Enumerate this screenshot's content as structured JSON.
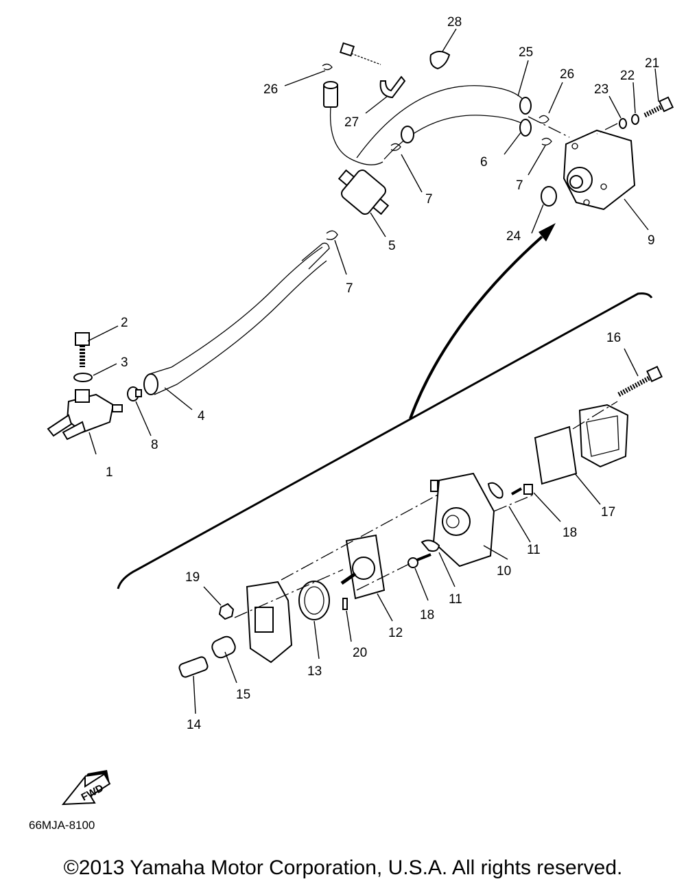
{
  "diagram": {
    "callouts": {
      "c1": "1",
      "c2": "2",
      "c3": "3",
      "c4": "4",
      "c5": "5",
      "c6": "6",
      "c7a": "7",
      "c7b": "7",
      "c7c": "7",
      "c8": "8",
      "c9": "9",
      "c10": "10",
      "c11a": "11",
      "c11b": "11",
      "c12": "12",
      "c13": "13",
      "c14": "14",
      "c15": "15",
      "c16": "16",
      "c17": "17",
      "c18a": "18",
      "c18b": "18",
      "c19": "19",
      "c20": "20",
      "c21": "21",
      "c22": "22",
      "c23": "23",
      "c24": "24",
      "c25": "25",
      "c26a": "26",
      "c26b": "26",
      "c27": "27",
      "c28": "28"
    },
    "fwd_label": "FWD",
    "diagram_code": "66MJA-8100"
  },
  "footer": {
    "copyright": "©2013 Yamaha Motor Corporation, U.S.A. All rights reserved."
  }
}
